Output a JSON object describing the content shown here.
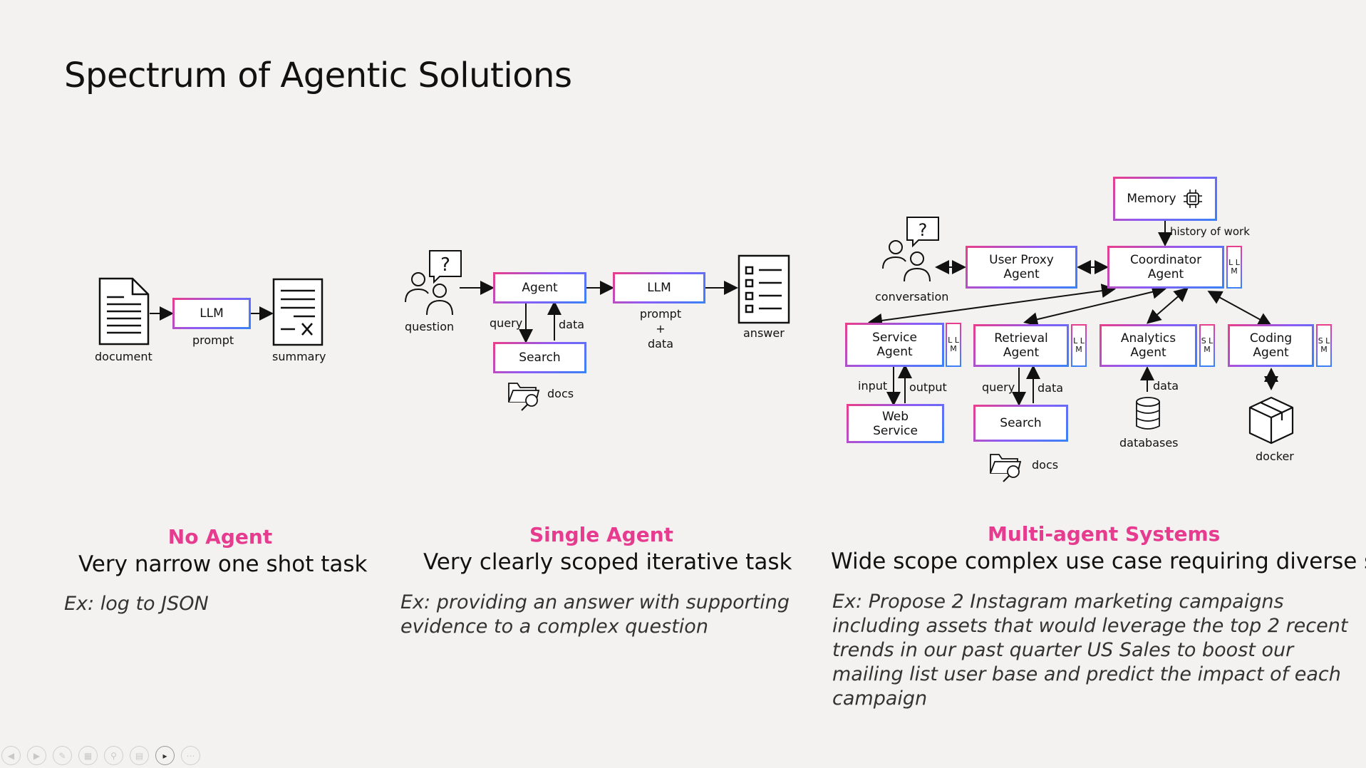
{
  "slide": {
    "title": "Spectrum of Agentic Solutions"
  },
  "no_agent": {
    "document_label": "document",
    "llm_label": "LLM",
    "prompt_label": "prompt",
    "summary_label": "summary",
    "heading": "No Agent",
    "subheading": "Very narrow one shot task",
    "example": "Ex: log to JSON"
  },
  "single_agent": {
    "question_label": "question",
    "agent_label": "Agent",
    "llm_label": "LLM",
    "prompt_label": "prompt\n+\ndata",
    "answer_label": "answer",
    "query_label": "query",
    "data_label": "data",
    "search_label": "Search",
    "docs_label": "docs",
    "heading": "Single Agent",
    "subheading": "Very clearly scoped iterative task",
    "example": "Ex: providing an answer with supporting evidence to a complex question"
  },
  "multi_agent": {
    "memory_label": "Memory",
    "history_label": "history of work",
    "conversation_label": "conversation",
    "user_proxy_label": "User Proxy Agent",
    "coordinator_label": "Coordinator Agent",
    "llm_tag": "L L M",
    "slm_tag": "S L M",
    "service_agent_label": "Service Agent",
    "retrieval_agent_label": "Retrieval Agent",
    "analytics_agent_label": "Analytics Agent",
    "coding_agent_label": "Coding Agent",
    "input_label": "input",
    "output_label": "output",
    "web_service_label": "Web Service",
    "query_label": "query",
    "data_label": "data",
    "search_label": "Search",
    "docs_label": "docs",
    "analytics_data_label": "data",
    "databases_label": "databases",
    "docker_label": "docker",
    "heading": "Multi-agent Systems",
    "subheading": "Wide scope complex use case requiring diverse skills",
    "example": "Ex: Propose 2 Instagram marketing campaigns including assets that would leverage the top 2 recent trends in our past quarter US Sales to boost our mailing list user base and predict the impact of each campaign"
  },
  "toolbar": {
    "icons": [
      "back-icon",
      "forward-icon",
      "pen-icon",
      "slides-icon",
      "zoom-icon",
      "subtitles-icon",
      "camera-icon",
      "more-icon"
    ]
  }
}
